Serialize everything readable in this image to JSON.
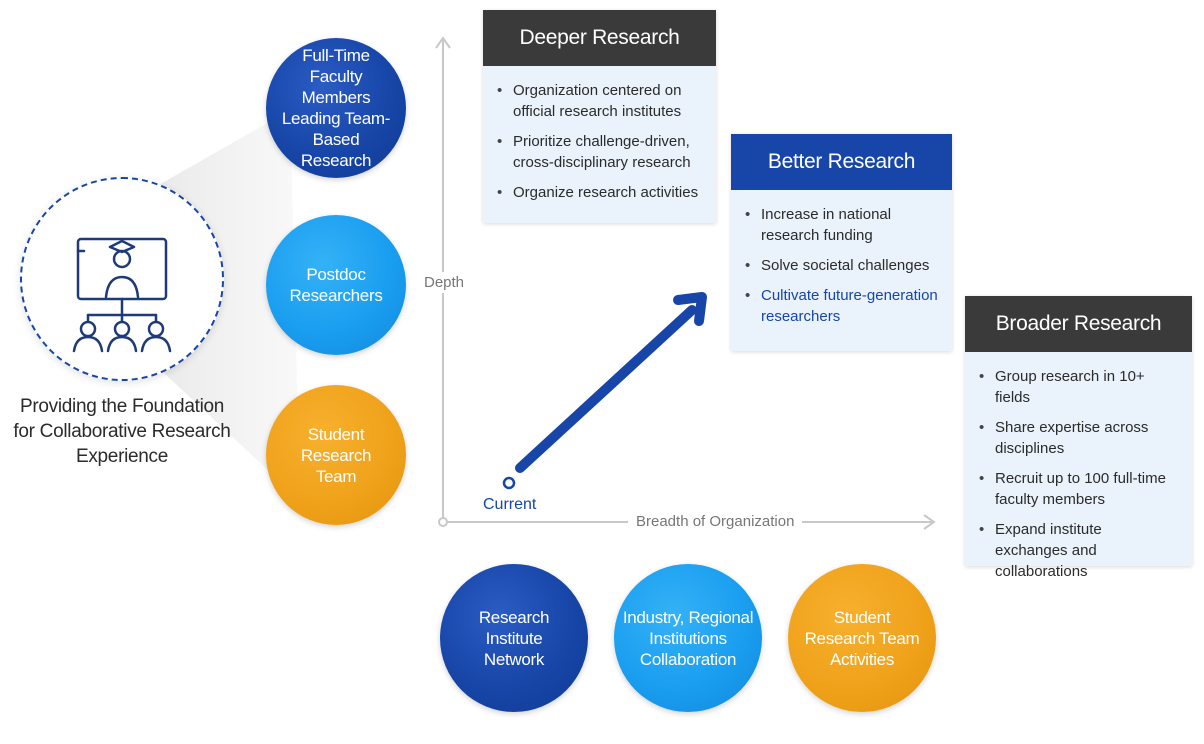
{
  "left_panel": {
    "foundation_text": "Providing the Foundation for Collaborative Research Experience",
    "icon": "video-conference-graduate-team-icon"
  },
  "left_circles": [
    {
      "label": "Full-Time Faculty Members Leading Team-Based Research",
      "color": "#1746a8"
    },
    {
      "label": "Postdoc Researchers",
      "color": "#1a9ef0"
    },
    {
      "label": "Student Research Team",
      "color": "#f0a21b"
    }
  ],
  "axes": {
    "y_label": "Depth",
    "x_label": "Breadth of Organization",
    "start_label": "Current"
  },
  "boxes": {
    "deeper": {
      "title": "Deeper Research",
      "items": [
        "Organization centered on official research institutes",
        "Prioritize challenge-driven, cross-disciplinary research",
        "Organize research activities"
      ]
    },
    "better": {
      "title": "Better Research",
      "items": [
        "Increase in national research funding",
        "Solve societal challenges",
        "Cultivate future-generation researchers"
      ]
    },
    "broader": {
      "title": "Broader Research",
      "items": [
        "Group research in 10+ fields",
        "Share expertise across disciplines",
        "Recruit up to 100 full-time faculty members",
        "Expand institute exchanges and collaborations"
      ]
    }
  },
  "bottom_circles": [
    {
      "label": "Research Institute Network",
      "color": "#1746a8"
    },
    {
      "label": "Industry, Regional Institutions Collaboration",
      "color": "#1a9ef0"
    },
    {
      "label": "Student Research Team Activities",
      "color": "#f0a21b"
    }
  ],
  "colors": {
    "navy": "#1746a8",
    "sky": "#1a9ef0",
    "gold": "#f0a21b",
    "dark_header": "#3a3a3a",
    "box_bg": "#eaf2fc"
  }
}
